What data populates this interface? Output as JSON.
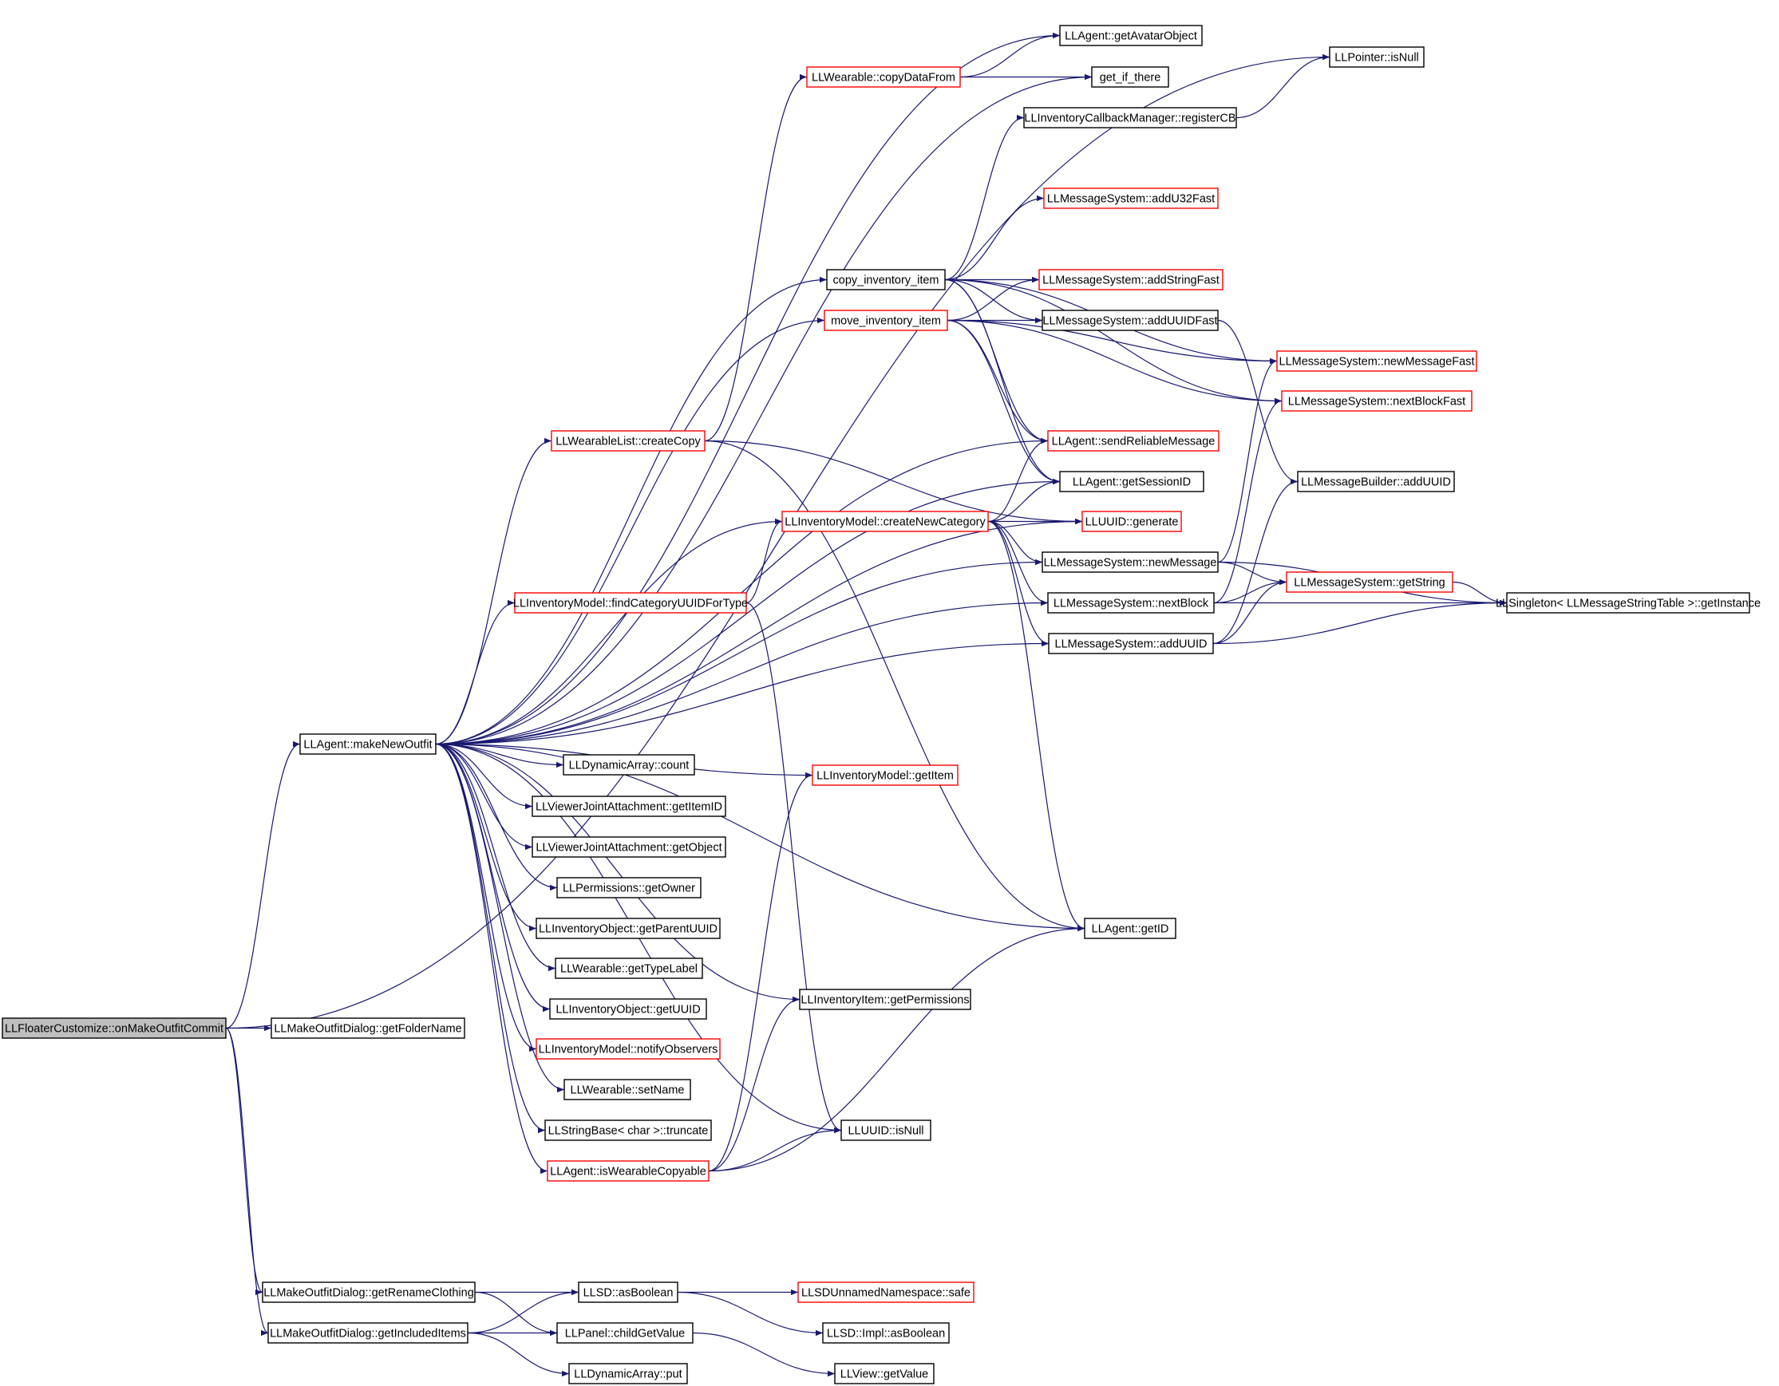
{
  "colors": {
    "edge": "#191970",
    "normal_border": "#000000",
    "incomplete_border": "#ff0000",
    "root_fill": "#bfbfbf",
    "text": "#000000"
  },
  "nodes": {
    "root": {
      "label": "LLFloaterCustomize::onMakeOutfitCommit",
      "kind": "root"
    },
    "makeNewOutfit": {
      "label": "LLAgent::makeNewOutfit",
      "kind": "normal"
    },
    "getFolderName": {
      "label": "LLMakeOutfitDialog::getFolderName",
      "kind": "normal"
    },
    "getRenameClothing": {
      "label": "LLMakeOutfitDialog::getRenameClothing",
      "kind": "normal"
    },
    "getIncludedItems": {
      "label": "LLMakeOutfitDialog::getIncludedItems",
      "kind": "normal"
    },
    "getAvatarObject": {
      "label": "LLAgent::getAvatarObject",
      "kind": "normal"
    },
    "ptrIsNull": {
      "label": "LLPointer::isNull",
      "kind": "normal"
    },
    "copyDataFrom": {
      "label": "LLWearable::copyDataFrom",
      "kind": "red"
    },
    "getIfThere": {
      "label": "get_if_there",
      "kind": "normal"
    },
    "registerCB": {
      "label": "LLInventoryCallbackManager::registerCB",
      "kind": "normal"
    },
    "addU32Fast": {
      "label": "LLMessageSystem::addU32Fast",
      "kind": "red"
    },
    "copyInventoryItem": {
      "label": "copy_inventory_item",
      "kind": "normal"
    },
    "addStringFast": {
      "label": "LLMessageSystem::addStringFast",
      "kind": "red"
    },
    "moveInventoryItem": {
      "label": "move_inventory_item",
      "kind": "red"
    },
    "addUUIDFast": {
      "label": "LLMessageSystem::addUUIDFast",
      "kind": "normal"
    },
    "newMessageFast": {
      "label": "LLMessageSystem::newMessageFast",
      "kind": "red"
    },
    "nextBlockFast": {
      "label": "LLMessageSystem::nextBlockFast",
      "kind": "red"
    },
    "createCopy": {
      "label": "LLWearableList::createCopy",
      "kind": "red"
    },
    "sendReliableMessage": {
      "label": "LLAgent::sendReliableMessage",
      "kind": "red"
    },
    "getSessionID": {
      "label": "LLAgent::getSessionID",
      "kind": "normal"
    },
    "builderAddUUID": {
      "label": "LLMessageBuilder::addUUID",
      "kind": "normal"
    },
    "createNewCategory": {
      "label": "LLInventoryModel::createNewCategory",
      "kind": "red"
    },
    "uuidGenerate": {
      "label": "LLUUID::generate",
      "kind": "red"
    },
    "newMessage": {
      "label": "LLMessageSystem::newMessage",
      "kind": "normal"
    },
    "findCategory": {
      "label": "LLInventoryModel::findCategoryUUIDForType",
      "kind": "red"
    },
    "getString": {
      "label": "LLMessageSystem::getString",
      "kind": "red"
    },
    "nextBlock": {
      "label": "LLMessageSystem::nextBlock",
      "kind": "normal"
    },
    "getInstance": {
      "label": "LLSingleton< LLMessageStringTable >::getInstance",
      "kind": "normal"
    },
    "msgAddUUID": {
      "label": "LLMessageSystem::addUUID",
      "kind": "normal"
    },
    "dynCount": {
      "label": "LLDynamicArray::count",
      "kind": "normal"
    },
    "getItem": {
      "label": "LLInventoryModel::getItem",
      "kind": "red"
    },
    "getItemID": {
      "label": "LLViewerJointAttachment::getItemID",
      "kind": "normal"
    },
    "getObject": {
      "label": "LLViewerJointAttachment::getObject",
      "kind": "normal"
    },
    "getOwner": {
      "label": "LLPermissions::getOwner",
      "kind": "normal"
    },
    "getParentUUID": {
      "label": "LLInventoryObject::getParentUUID",
      "kind": "normal"
    },
    "getID": {
      "label": "LLAgent::getID",
      "kind": "normal"
    },
    "getTypeLabel": {
      "label": "LLWearable::getTypeLabel",
      "kind": "normal"
    },
    "getUUID": {
      "label": "LLInventoryObject::getUUID",
      "kind": "normal"
    },
    "getPermissions": {
      "label": "LLInventoryItem::getPermissions",
      "kind": "normal"
    },
    "notifyObservers": {
      "label": "LLInventoryModel::notifyObservers",
      "kind": "red"
    },
    "setName": {
      "label": "LLWearable::setName",
      "kind": "normal"
    },
    "truncate": {
      "label": "LLStringBase< char >::truncate",
      "kind": "normal"
    },
    "uuidIsNull": {
      "label": "LLUUID::isNull",
      "kind": "normal"
    },
    "isWearableCopyable": {
      "label": "LLAgent::isWearableCopyable",
      "kind": "red"
    },
    "asBoolean": {
      "label": "LLSD::asBoolean",
      "kind": "normal"
    },
    "safe": {
      "label": "LLSDUnnamedNamespace::safe",
      "kind": "red"
    },
    "childGetValue": {
      "label": "LLPanel::childGetValue",
      "kind": "normal"
    },
    "implAsBoolean": {
      "label": "LLSD::Impl::asBoolean",
      "kind": "normal"
    },
    "dynPut": {
      "label": "LLDynamicArray::put",
      "kind": "normal"
    },
    "viewGetValue": {
      "label": "LLView::getValue",
      "kind": "normal"
    }
  },
  "edges": [
    [
      "root",
      "makeNewOutfit"
    ],
    [
      "root",
      "getFolderName"
    ],
    [
      "root",
      "getRenameClothing"
    ],
    [
      "root",
      "getIncludedItems"
    ],
    [
      "root",
      "ptrIsNull"
    ],
    [
      "makeNewOutfit",
      "getAvatarObject"
    ],
    [
      "makeNewOutfit",
      "getIfThere"
    ],
    [
      "makeNewOutfit",
      "copyInventoryItem"
    ],
    [
      "makeNewOutfit",
      "moveInventoryItem"
    ],
    [
      "makeNewOutfit",
      "createCopy"
    ],
    [
      "makeNewOutfit",
      "sendReliableMessage"
    ],
    [
      "makeNewOutfit",
      "getSessionID"
    ],
    [
      "makeNewOutfit",
      "createNewCategory"
    ],
    [
      "makeNewOutfit",
      "uuidGenerate"
    ],
    [
      "makeNewOutfit",
      "newMessage"
    ],
    [
      "makeNewOutfit",
      "findCategory"
    ],
    [
      "makeNewOutfit",
      "nextBlock"
    ],
    [
      "makeNewOutfit",
      "msgAddUUID"
    ],
    [
      "makeNewOutfit",
      "dynCount"
    ],
    [
      "makeNewOutfit",
      "getItem"
    ],
    [
      "makeNewOutfit",
      "getItemID"
    ],
    [
      "makeNewOutfit",
      "getObject"
    ],
    [
      "makeNewOutfit",
      "getOwner"
    ],
    [
      "makeNewOutfit",
      "getParentUUID"
    ],
    [
      "makeNewOutfit",
      "getID"
    ],
    [
      "makeNewOutfit",
      "getTypeLabel"
    ],
    [
      "makeNewOutfit",
      "getUUID"
    ],
    [
      "makeNewOutfit",
      "getPermissions"
    ],
    [
      "makeNewOutfit",
      "notifyObservers"
    ],
    [
      "makeNewOutfit",
      "setName"
    ],
    [
      "makeNewOutfit",
      "truncate"
    ],
    [
      "makeNewOutfit",
      "uuidIsNull"
    ],
    [
      "makeNewOutfit",
      "isWearableCopyable"
    ],
    [
      "copyDataFrom",
      "getAvatarObject"
    ],
    [
      "copyDataFrom",
      "getIfThere"
    ],
    [
      "registerCB",
      "ptrIsNull"
    ],
    [
      "copyInventoryItem",
      "registerCB"
    ],
    [
      "copyInventoryItem",
      "addU32Fast"
    ],
    [
      "copyInventoryItem",
      "addStringFast"
    ],
    [
      "copyInventoryItem",
      "addUUIDFast"
    ],
    [
      "copyInventoryItem",
      "newMessageFast"
    ],
    [
      "copyInventoryItem",
      "nextBlockFast"
    ],
    [
      "copyInventoryItem",
      "sendReliableMessage"
    ],
    [
      "copyInventoryItem",
      "getSessionID"
    ],
    [
      "moveInventoryItem",
      "addStringFast"
    ],
    [
      "moveInventoryItem",
      "addUUIDFast"
    ],
    [
      "moveInventoryItem",
      "newMessageFast"
    ],
    [
      "moveInventoryItem",
      "nextBlockFast"
    ],
    [
      "moveInventoryItem",
      "sendReliableMessage"
    ],
    [
      "moveInventoryItem",
      "getSessionID"
    ],
    [
      "addUUIDFast",
      "builderAddUUID"
    ],
    [
      "createCopy",
      "copyDataFrom"
    ],
    [
      "createCopy",
      "uuidGenerate"
    ],
    [
      "createCopy",
      "getID"
    ],
    [
      "createNewCategory",
      "sendReliableMessage"
    ],
    [
      "createNewCategory",
      "getSessionID"
    ],
    [
      "createNewCategory",
      "uuidGenerate"
    ],
    [
      "createNewCategory",
      "newMessage"
    ],
    [
      "createNewCategory",
      "nextBlock"
    ],
    [
      "createNewCategory",
      "msgAddUUID"
    ],
    [
      "createNewCategory",
      "getID"
    ],
    [
      "findCategory",
      "createNewCategory"
    ],
    [
      "findCategory",
      "uuidIsNull"
    ],
    [
      "newMessage",
      "newMessageFast"
    ],
    [
      "newMessage",
      "getString"
    ],
    [
      "newMessage",
      "getInstance"
    ],
    [
      "nextBlock",
      "nextBlockFast"
    ],
    [
      "nextBlock",
      "getString"
    ],
    [
      "nextBlock",
      "getInstance"
    ],
    [
      "msgAddUUID",
      "builderAddUUID"
    ],
    [
      "msgAddUUID",
      "getString"
    ],
    [
      "msgAddUUID",
      "getInstance"
    ],
    [
      "getString",
      "getInstance"
    ],
    [
      "isWearableCopyable",
      "getItem"
    ],
    [
      "isWearableCopyable",
      "getPermissions"
    ],
    [
      "isWearableCopyable",
      "uuidIsNull"
    ],
    [
      "isWearableCopyable",
      "getID"
    ],
    [
      "getRenameClothing",
      "asBoolean"
    ],
    [
      "getRenameClothing",
      "childGetValue"
    ],
    [
      "getIncludedItems",
      "asBoolean"
    ],
    [
      "getIncludedItems",
      "childGetValue"
    ],
    [
      "getIncludedItems",
      "dynPut"
    ],
    [
      "asBoolean",
      "safe"
    ],
    [
      "asBoolean",
      "implAsBoolean"
    ],
    [
      "childGetValue",
      "viewGetValue"
    ]
  ]
}
